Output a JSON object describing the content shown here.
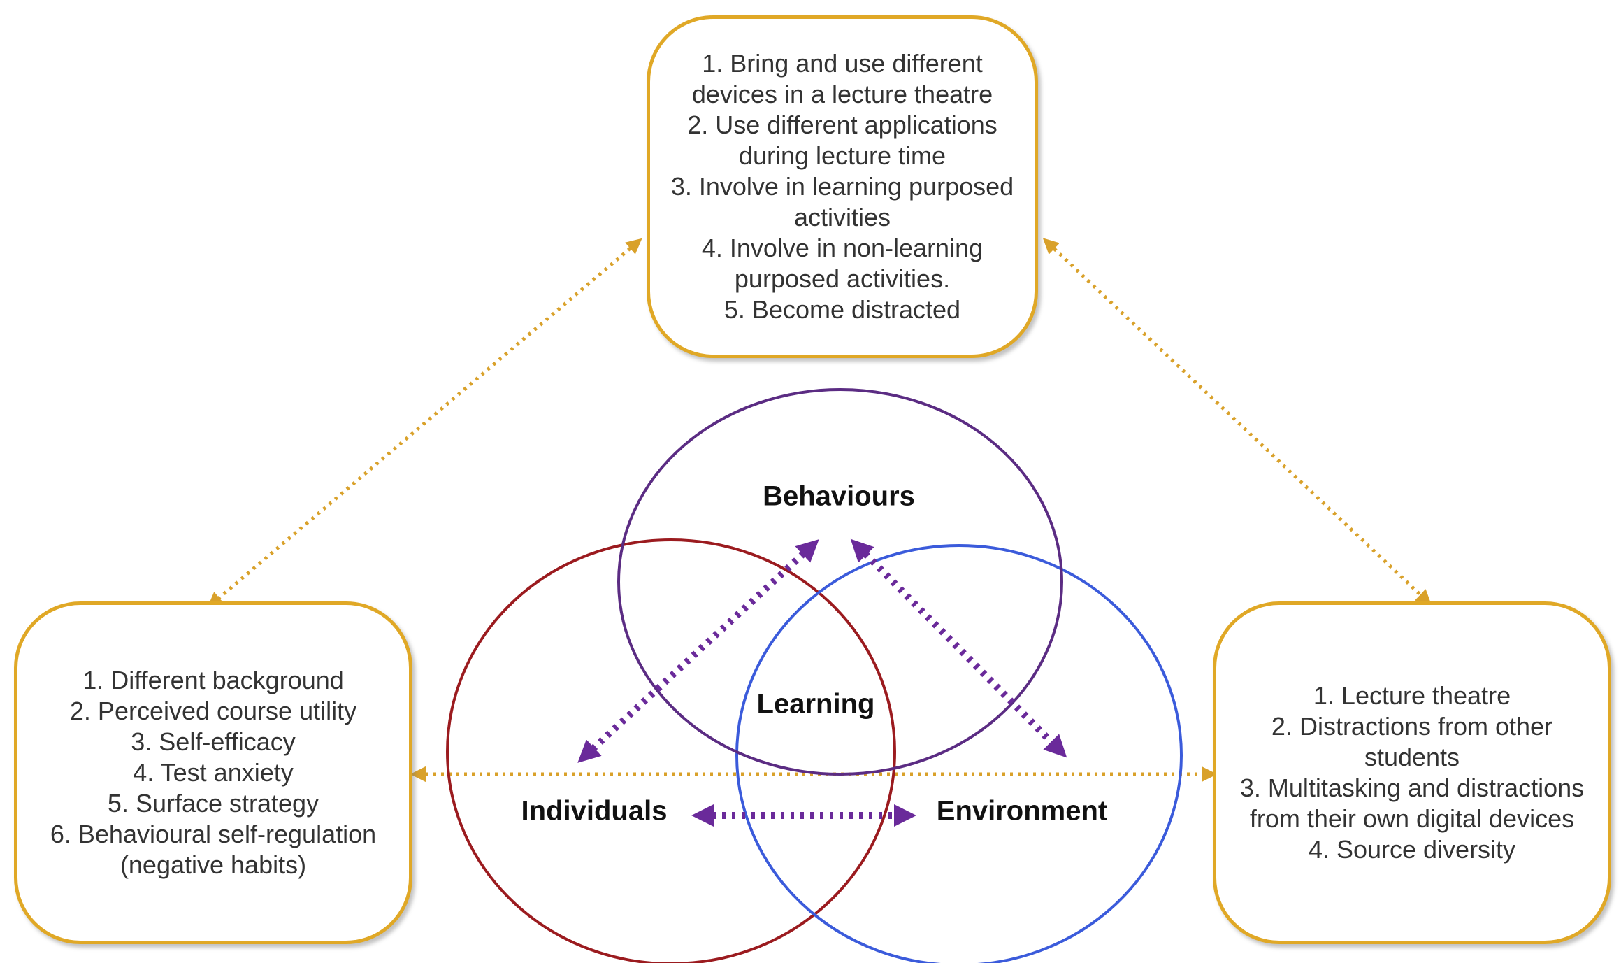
{
  "colors": {
    "box_border": "#E0A826",
    "behaviours_circle": "#5B2C83",
    "individuals_circle": "#9B1B1F",
    "environment_circle": "#3B5BDB",
    "inner_arrows": "#6A2A9A",
    "outer_arrows": "#D9A12A"
  },
  "behaviours_box": {
    "lines": [
      "1. Bring and use different",
      "devices in a lecture theatre",
      "2. Use different applications",
      "during lecture time",
      "3. Involve in learning purposed",
      "activities",
      "4. Involve in non-learning",
      "purposed activities.",
      "5. Become distracted"
    ]
  },
  "individuals_box": {
    "lines": [
      "1. Different background",
      "2. Perceived course utility",
      "3. Self-efficacy",
      "4. Test anxiety",
      "5. Surface strategy",
      "6. Behavioural self-regulation",
      "(negative habits)"
    ]
  },
  "environment_box": {
    "lines": [
      "1. Lecture theatre",
      "2. Distractions from other",
      "students",
      "3. Multitasking and distractions",
      "from their own digital devices",
      "4. Source diversity"
    ]
  },
  "venn": {
    "behaviours": "Behaviours",
    "learning": "Learning",
    "individuals": "Individuals",
    "environment": "Environment"
  }
}
